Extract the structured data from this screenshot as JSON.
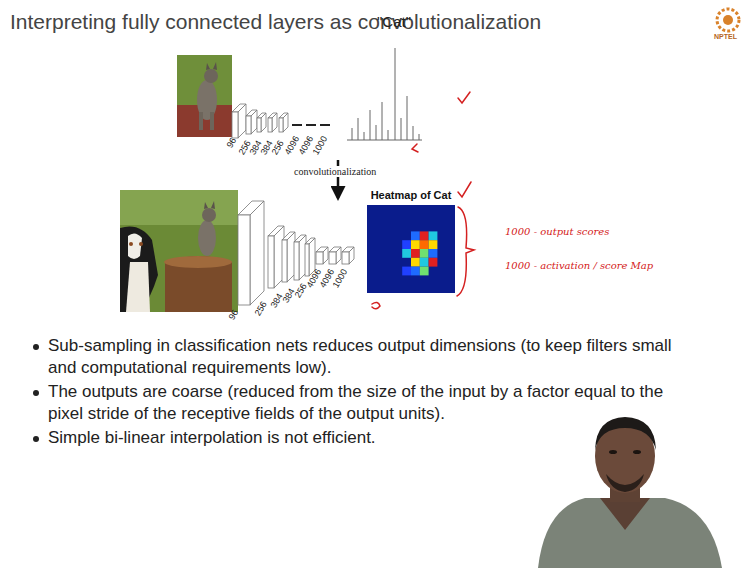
{
  "diagram": {
    "title": "Interpreting fully connected layers as convolutionalization",
    "nodes": [
      {
        "text": [
          "Heatmap of Cat"
        ]
      }
    ],
    "labels": [
      "\"Cat\"",
      "96",
      "256",
      "384",
      "384",
      "256",
      "4096",
      "4096",
      "1000",
      "convolutionalization",
      "96",
      "256",
      "384",
      "384",
      "256",
      "4096",
      "4096",
      "1000",
      "1000 - output scores",
      "1000 - activation / score Map",
      "Sub-sampling in classification nets reduces output dimensions (to keep filters small and computational requirements low).",
      "The outputs are coarse (reduced from the size of the input by a factor equal to the pixel stride of the receptive fields of the output units).",
      "Simple bi-linear interpolation is not efficient.",
      "NPTEL"
    ]
  }
}
